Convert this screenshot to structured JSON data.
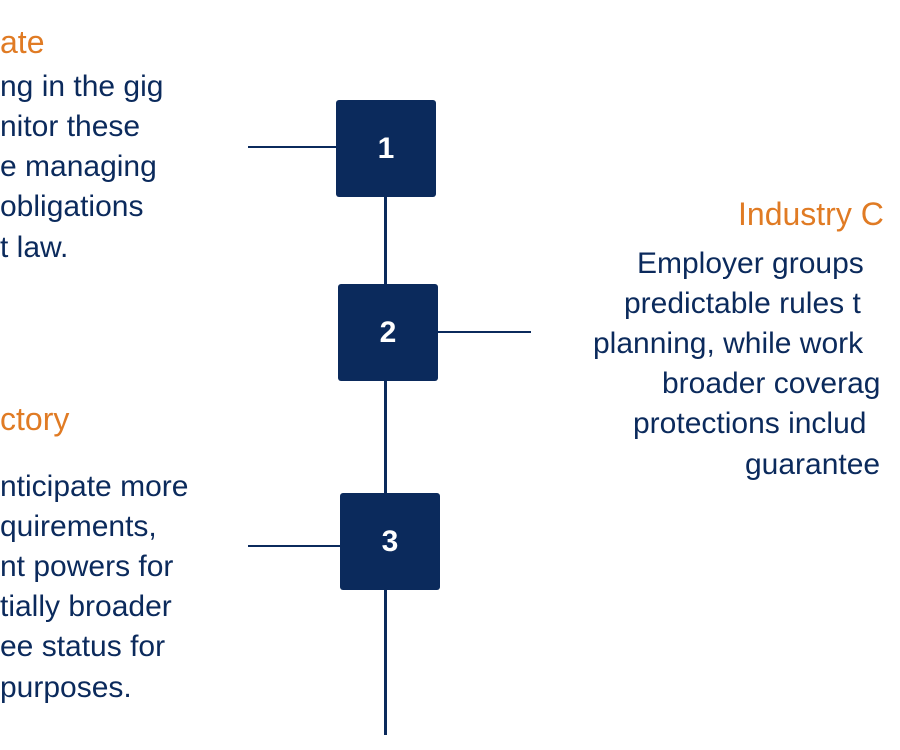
{
  "steps": [
    {
      "number": "1",
      "heading": "ate",
      "lines": [
        "ng in the gig",
        "nitor these",
        "e managing",
        " obligations",
        "t law."
      ]
    },
    {
      "number": "2",
      "heading": "Industry C",
      "lines": [
        "Employer groups",
        "predictable rules t",
        "planning, while work",
        "broader coverag",
        "protections includ",
        "guarantee"
      ]
    },
    {
      "number": "3",
      "heading": "ctory",
      "lines": [
        "nticipate more",
        "quirements,",
        "nt powers for",
        "tially broader",
        "ee status for",
        " purposes."
      ]
    }
  ],
  "colors": {
    "navy": "#0b2a5c",
    "orange": "#e07b24"
  }
}
